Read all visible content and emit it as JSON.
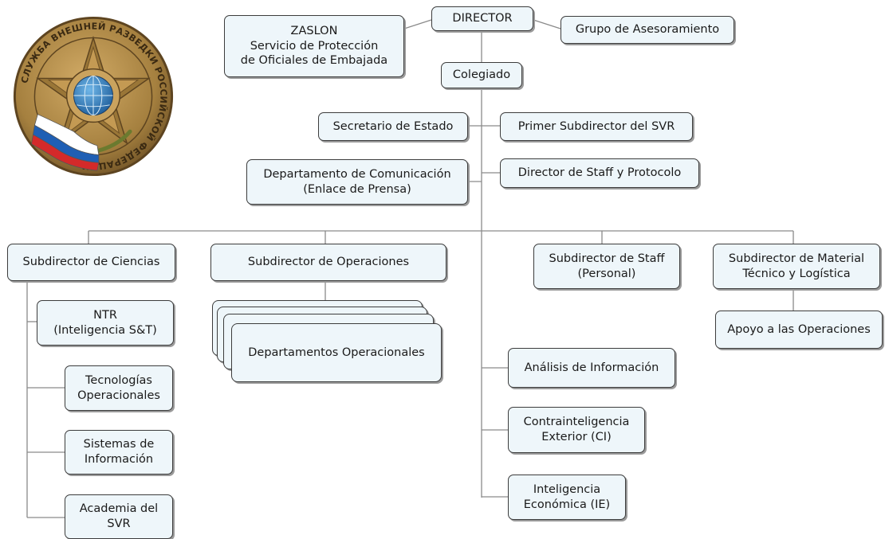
{
  "colors": {
    "box_fill": "#eef6fa",
    "box_border": "#3c3c3c",
    "connector": "#8a8a8a",
    "emblem_bronze": "#a5803f",
    "emblem_globe": "#2f7fc0",
    "flag_white": "#ffffff",
    "flag_blue": "#1f5fb4",
    "flag_red": "#d42a2a"
  },
  "emblem": {
    "icon": "svr-seal-emblem",
    "ring_text": "СЛУЖБА ВНЕШНЕЙ РАЗВЕДКИ РОССИЙСКОЙ ФЕДЕРАЦИИ"
  },
  "nodes": {
    "director": "DIRECTOR",
    "zaslon": "ZASLON\nServicio de Protección\nde Oficiales de Embajada",
    "asesoramiento": "Grupo de Asesoramiento",
    "colegiado": "Colegiado",
    "secretario": "Secretario de Estado",
    "primer_subdirector": "Primer Subdirector del SVR",
    "comunicacion": "Departamento de Comunicación\n(Enlace de Prensa)",
    "staff_protocolo": "Director de Staff y Protocolo",
    "sub_ciencias": "Subdirector de Ciencias",
    "sub_operaciones": "Subdirector de Operaciones",
    "sub_staff": "Subdirector de Staff\n(Personal)",
    "sub_material": "Subdirector de Material\nTécnico y Logística",
    "ntr": "NTR\n(Inteligencia S&T)",
    "tecnologias": "Tecnologías\nOperacionales",
    "sistemas": "Sistemas de\nInformación",
    "academia": "Academia del\nSVR",
    "departamentos": "Departamentos Operacionales",
    "analisis": "Análisis de Información",
    "contrainteligencia": "Contrainteligencia\nExterior (CI)",
    "economica": "Inteligencia\nEconómica (IE)",
    "apoyo": "Apoyo a las Operaciones"
  }
}
